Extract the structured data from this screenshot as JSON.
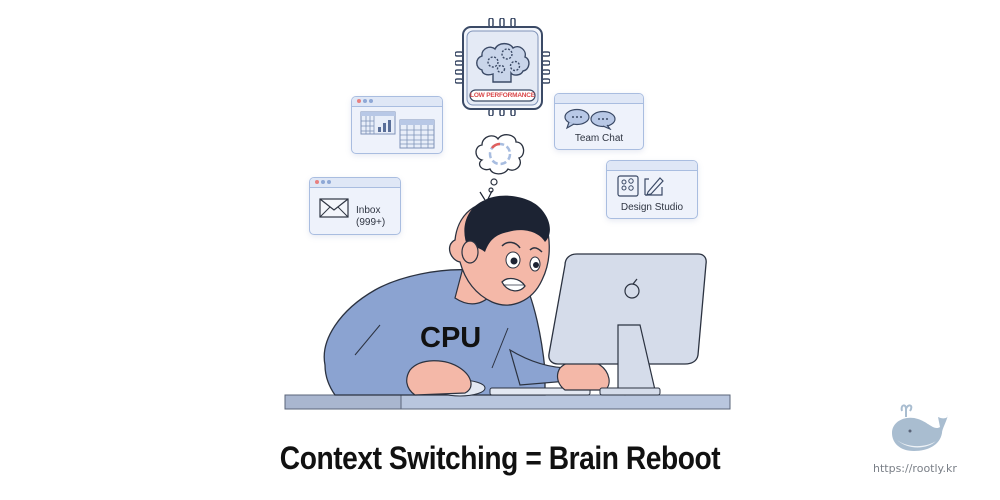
{
  "illustration": {
    "chip": {
      "badge": "LOW PERFORMANCE",
      "icon": "brain-gears-icon"
    },
    "thought_bubble": {
      "icon": "loading-spinner-icon"
    },
    "windows": [
      {
        "id": "spreadsheet",
        "label": "",
        "icon": "spreadsheet-chart-icon"
      },
      {
        "id": "inbox",
        "label_line1": "Inbox",
        "label_line2": "(999+)",
        "icon": "envelope-icon"
      },
      {
        "id": "team-chat",
        "label": "Team Chat",
        "icon": "chat-bubbles-icon"
      },
      {
        "id": "design-studio",
        "label": "Design Studio",
        "icon": "palette-pencil-icon"
      }
    ],
    "person_shirt_text": "CPU",
    "monitor_logo": "apple-logo-icon"
  },
  "caption": "Context Switching = Brain Reboot",
  "watermark": {
    "icon": "whale-icon",
    "url": "https://rootly.kr"
  },
  "colors": {
    "shirt": "#8ba3d1",
    "skin": "#f4b8a8",
    "hair": "#1c2333",
    "window_bg": "#eef2fb",
    "window_border": "#a9bde0",
    "badge_red": "#d9484a",
    "monitor": "#d5dcea",
    "desk": "#b9c6de"
  }
}
